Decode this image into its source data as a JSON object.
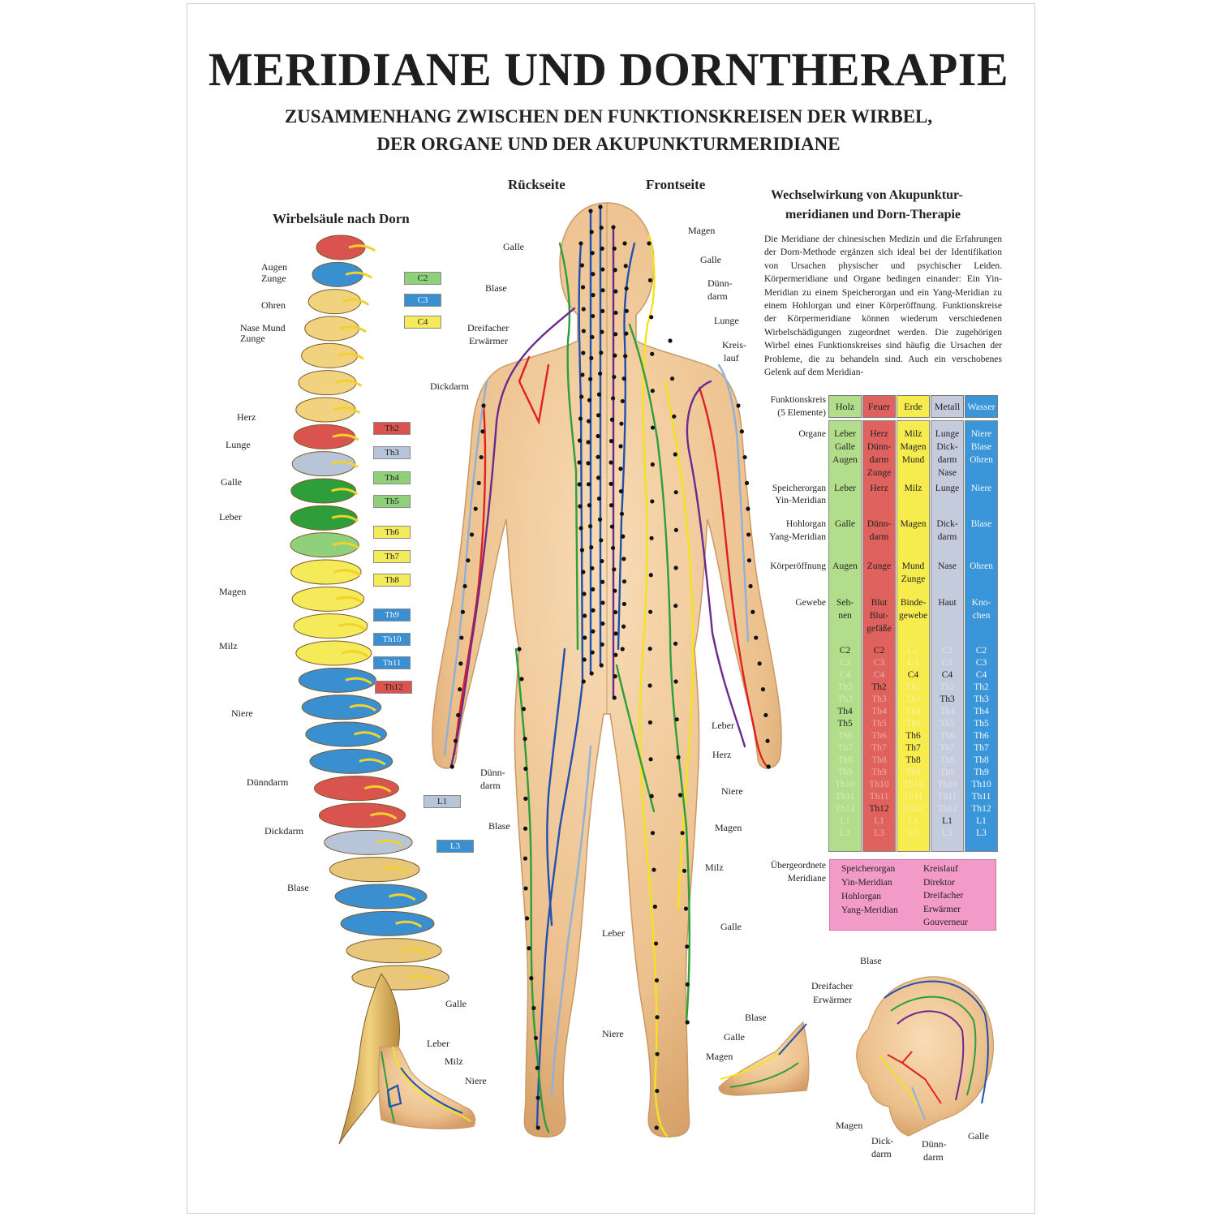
{
  "title": "MERIDIANE UND DORNTHERAPIE",
  "subtitle": {
    "line1": "ZUSAMMENHANG ZWISCHEN DEN FUNKTIONSKREISEN DER WIRBEL,",
    "line2": "DER ORGANE UND DER AKUPUNKTURMERIDIANE"
  },
  "spine": {
    "heading": "Wirbelsäule nach Dorn",
    "labels": [
      "Augen",
      "Zunge",
      "Ohren",
      "Nase Mund",
      "Zunge",
      "Herz",
      "Lunge",
      "Galle",
      "Leber",
      "Magen",
      "Milz",
      "Niere",
      "Dünndarm",
      "Dickdarm",
      "Blase"
    ],
    "vertebrae": [
      {
        "id": "C2",
        "color": "#8fd17a"
      },
      {
        "id": "C3",
        "color": "#3a8fd1"
      },
      {
        "id": "C4",
        "color": "#f4ea5a"
      },
      {
        "id": "Th2",
        "color": "#d9534f"
      },
      {
        "id": "Th3",
        "color": "#b8c4d8"
      },
      {
        "id": "Th4",
        "color": "#8fd17a"
      },
      {
        "id": "Th5",
        "color": "#8fd17a"
      },
      {
        "id": "Th6",
        "color": "#f4ea5a"
      },
      {
        "id": "Th7",
        "color": "#f4ea5a"
      },
      {
        "id": "Th8",
        "color": "#f4ea5a"
      },
      {
        "id": "Th9",
        "color": "#3a8fd1"
      },
      {
        "id": "Th10",
        "color": "#3a8fd1"
      },
      {
        "id": "Th11",
        "color": "#3a8fd1"
      },
      {
        "id": "Th12",
        "color": "#d9534f"
      },
      {
        "id": "L1",
        "color": "#b8c4d8"
      },
      {
        "id": "L3",
        "color": "#3a8fd1"
      }
    ]
  },
  "body": {
    "back_label": "Rückseite",
    "front_label": "Frontseite",
    "labels": {
      "galle1": "Galle",
      "blase1": "Blase",
      "dreifacher": "Dreifacher",
      "erwaermer": "Erwärmer",
      "dickdarm": "Dickdarm",
      "duenn_a": "Dünn-",
      "duenn_b": "darm",
      "blase2": "Blase",
      "galle2": "Galle",
      "leber1": "Leber",
      "niere1": "Niere",
      "magen1": "Magen",
      "galle3": "Galle",
      "duenn2_a": "Dünn-",
      "duenn2_b": "darm",
      "lunge": "Lunge",
      "kreis_a": "Kreis-",
      "kreis_b": "lauf",
      "leber2": "Leber",
      "herz": "Herz",
      "niere2": "Niere",
      "magen2": "Magen",
      "milz": "Milz",
      "galle4": "Galle"
    },
    "foot_left": {
      "leber": "Leber",
      "milz": "Milz",
      "niere": "Niere"
    },
    "foot_right": {
      "blase": "Blase",
      "galle": "Galle",
      "magen": "Magen"
    },
    "head": {
      "blase": "Blase",
      "dreifacher": "Dreifacher",
      "erwaermer": "Erwärmer",
      "magen": "Magen",
      "dick_a": "Dick-",
      "dick_b": "darm",
      "duenn_a": "Dünn-",
      "duenn_b": "darm",
      "galle": "Galle"
    }
  },
  "info": {
    "heading_line1": "Wechselwirkung von Akupunktur-",
    "heading_line2": "meridianen und Dorn-Therapie",
    "paragraph": "Die Meridiane der chinesischen Medizin und die Erfahrungen der Dorn-Methode ergänzen sich ideal bei der Identifikation von Ursachen physischer und psychischer Leiden. Körpermeridiane und Organe bedingen einander: Ein Yin-Meridian zu einem Speicherorgan und ein Yang-Meridian zu einem Hohlorgan und einer Körperöffnung. Funktionskreise der Körpermeridiane können wiederum verschiedenen Wirbelschädigungen zugeordnet werden. Die zugehörigen Wirbel eines Funktionskreises sind häufig die Ursachen der Probleme, die zu behandeln sind. Auch ein verschobenes Gelenk auf dem Meridian-"
  },
  "table": {
    "row_labels": {
      "funktionskreis": "Funktionskreis",
      "elemente": "(5 Elemente)",
      "organe": "Organe",
      "speicher1": "Speicherorgan",
      "speicher2": "Yin-Meridian",
      "hohl1": "Hohlorgan",
      "hohl2": "Yang-Meridian",
      "oeffnung": "Körperöffnung",
      "gewebe": "Gewebe"
    },
    "columns": [
      {
        "name": "Holz",
        "color": "#b2dd8a",
        "text": "#222",
        "organe": [
          "Leber",
          "Galle",
          "Augen"
        ],
        "speicher": [
          "Leber"
        ],
        "hohl": [
          "Galle"
        ],
        "oeffnung": [
          "Augen"
        ],
        "gewebe": [
          "Seh-",
          "nen"
        ],
        "wirbel": [
          [
            "C2",
            1
          ],
          [
            "C3",
            0
          ],
          [
            "C4",
            0
          ],
          [
            "Th2",
            0
          ],
          [
            "Th3",
            0
          ],
          [
            "Th4",
            1
          ],
          [
            "Th5",
            1
          ],
          [
            "Th6",
            0
          ],
          [
            "Th7",
            0
          ],
          [
            "Th8",
            0
          ],
          [
            "Th9",
            0
          ],
          [
            "Th10",
            0
          ],
          [
            "Th11",
            0
          ],
          [
            "Th12",
            0
          ],
          [
            "L1",
            0
          ],
          [
            "L3",
            0
          ]
        ]
      },
      {
        "name": "Feuer",
        "color": "#e0625e",
        "text": "#222",
        "organe": [
          "Herz",
          "Dünn-",
          "darm",
          "Zunge"
        ],
        "speicher": [
          "Herz"
        ],
        "hohl": [
          "Dünn-",
          "darm"
        ],
        "oeffnung": [
          "Zunge"
        ],
        "gewebe": [
          "Blut",
          "Blut-",
          "gefäße"
        ],
        "wirbel": [
          [
            "C2",
            1
          ],
          [
            "C3",
            0
          ],
          [
            "C4",
            0
          ],
          [
            "Th2",
            1
          ],
          [
            "Th3",
            0
          ],
          [
            "Th4",
            0
          ],
          [
            "Th5",
            0
          ],
          [
            "Th6",
            0
          ],
          [
            "Th7",
            0
          ],
          [
            "Th8",
            0
          ],
          [
            "Th9",
            0
          ],
          [
            "Th10",
            0
          ],
          [
            "Th11",
            0
          ],
          [
            "Th12",
            1
          ],
          [
            "L1",
            0
          ],
          [
            "L3",
            0
          ]
        ]
      },
      {
        "name": "Erde",
        "color": "#f6ec4e",
        "text": "#222",
        "organe": [
          "Milz",
          "Magen",
          "Mund"
        ],
        "speicher": [
          "Milz"
        ],
        "hohl": [
          "Magen"
        ],
        "oeffnung": [
          "Mund",
          "Zunge"
        ],
        "gewebe": [
          "Binde-",
          "gewebe"
        ],
        "wirbel": [
          [
            "C2",
            0
          ],
          [
            "C3",
            0
          ],
          [
            "C4",
            1
          ],
          [
            "Th2",
            0
          ],
          [
            "Th3",
            0
          ],
          [
            "Th4",
            0
          ],
          [
            "Th5",
            0
          ],
          [
            "Th6",
            1
          ],
          [
            "Th7",
            1
          ],
          [
            "Th8",
            1
          ],
          [
            "Th9",
            0
          ],
          [
            "Th10",
            0
          ],
          [
            "Th11",
            0
          ],
          [
            "Th12",
            0
          ],
          [
            "L1",
            0
          ],
          [
            "L3",
            0
          ]
        ]
      },
      {
        "name": "Metall",
        "color": "#c3cbdd",
        "text": "#222",
        "organe": [
          "Lunge",
          "Dick-",
          "darm",
          "Nase"
        ],
        "speicher": [
          "Lunge"
        ],
        "hohl": [
          "Dick-",
          "darm"
        ],
        "oeffnung": [
          "Nase"
        ],
        "gewebe": [
          "Haut"
        ],
        "wirbel": [
          [
            "C2",
            0
          ],
          [
            "C3",
            0
          ],
          [
            "C4",
            1
          ],
          [
            "Th2",
            0
          ],
          [
            "Th3",
            1
          ],
          [
            "Th4",
            0
          ],
          [
            "Th5",
            0
          ],
          [
            "Th6",
            0
          ],
          [
            "Th7",
            0
          ],
          [
            "Th8",
            0
          ],
          [
            "Th9",
            0
          ],
          [
            "Th10",
            0
          ],
          [
            "Th11",
            0
          ],
          [
            "Th12",
            0
          ],
          [
            "L1",
            1
          ],
          [
            "L3",
            0
          ]
        ]
      },
      {
        "name": "Wasser",
        "color": "#3a96d8",
        "text": "#f2f6ff",
        "organe": [
          "Niere",
          "Blase",
          "Ohren"
        ],
        "speicher": [
          "Niere"
        ],
        "hohl": [
          "Blase"
        ],
        "oeffnung": [
          "Ohren"
        ],
        "gewebe": [
          "Kno-",
          "chen"
        ],
        "wirbel": [
          [
            "C2",
            1
          ],
          [
            "C3",
            1
          ],
          [
            "C4",
            1
          ],
          [
            "Th2",
            1
          ],
          [
            "Th3",
            1
          ],
          [
            "Th4",
            1
          ],
          [
            "Th5",
            1
          ],
          [
            "Th6",
            1
          ],
          [
            "Th7",
            1
          ],
          [
            "Th8",
            1
          ],
          [
            "Th9",
            1
          ],
          [
            "Th10",
            1
          ],
          [
            "Th11",
            1
          ],
          [
            "Th12",
            1
          ],
          [
            "L1",
            1
          ],
          [
            "L3",
            1
          ]
        ]
      }
    ],
    "uebergeordnet_label1": "Übergeordnete",
    "uebergeordnet_label2": "Meridiane",
    "uebergeordnet_left": [
      "Speicherorgan",
      "Yin-Meridian",
      "Hohlorgan",
      "Yang-Meridian"
    ],
    "uebergeordnet_right": [
      "Kreislauf",
      "Direktor",
      "Dreifacher",
      "Erwärmer",
      "Gouverneur"
    ]
  },
  "colors": {
    "green": "#2e9e3a",
    "red": "#e02020",
    "blue": "#2050b0",
    "yellow": "#f2e31c",
    "purple": "#6a2a8e",
    "lightblue": "#8fb0d8",
    "skin": "#efc99a",
    "skin_dark": "#d9a873"
  }
}
